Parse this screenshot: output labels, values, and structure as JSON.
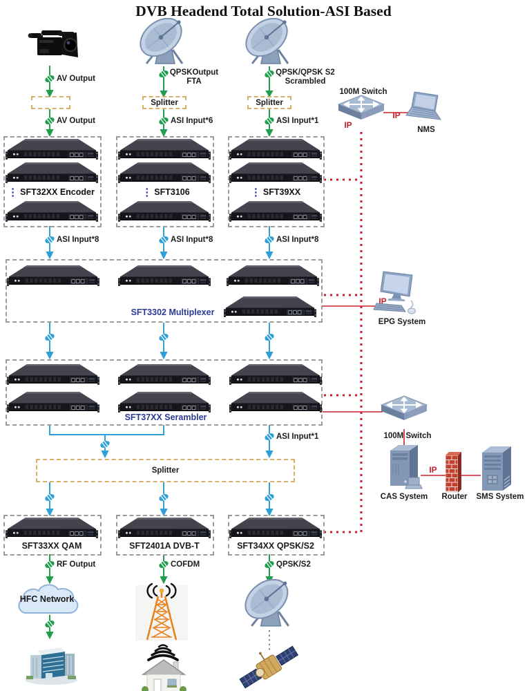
{
  "title": "DVB Headend Total Solution-ASI Based",
  "colors": {
    "flow_green": "#1f9e4e",
    "flow_blue": "#2f9fd8",
    "link_red": "#c8202f",
    "label_navy": "#2b3a95",
    "splitter_dash_tan": "#d8b06a",
    "rackbox_dash_gray": "#9b9b9b"
  },
  "top": {
    "av_output_1": "AV Output",
    "av_output_2": "AV Output",
    "dish1_line1": "QPSKOutput",
    "dish1_line2": "FTA",
    "dish2_line1": "QPSK/QPSK S2",
    "dish2_line2": "Scrambled",
    "splitter1": "Splitter",
    "splitter2": "Splitter",
    "asi_input_6": "ASI Input*6",
    "asi_input_1": "ASI Input*1"
  },
  "row1": {
    "ellipsis": "⋮",
    "left": "SFT32XX Encoder",
    "mid": "SFT3106",
    "right": "SFT39XX"
  },
  "asi8": {
    "left": "ASI Input*8",
    "mid": "ASI Input*8",
    "right": "ASI Input*8"
  },
  "mux": {
    "label": "SFT3302 Multiplexer"
  },
  "scrambler": {
    "label": "SFT37XX Serambler"
  },
  "mid": {
    "asi_input_1": "ASI Input*1"
  },
  "splitter_main": {
    "label": "Splitter"
  },
  "out_racks": {
    "qam": "SFT33XX QAM",
    "dvbt": "SFT2401A DVB-T",
    "qpsk": "SFT34XX QPSK/S2"
  },
  "outputs": {
    "rf": "RF Output",
    "cofdm": "COFDM",
    "qpsk": "QPSK/S2"
  },
  "right": {
    "switch1": "100M Switch",
    "switch2": "100M Switch",
    "nms": "NMS",
    "epg": "EPG System",
    "cas": "CAS System",
    "router": "Router",
    "sms": "SMS System",
    "ip1": "IP",
    "ip2": "IP",
    "ip3": "IP",
    "ip4": "IP"
  },
  "bottom": {
    "hfc": "HFC Network"
  }
}
